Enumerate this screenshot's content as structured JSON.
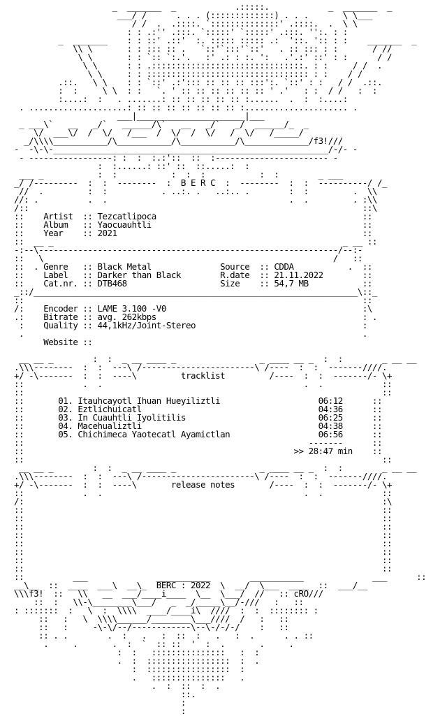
{
  "art": "                      _  _______  _            .:::::.            _  _______  _\n                       ___/ /      . . . (:::::::::::::) . . .       \\ \\___\n                          / /  .  .::::. `::::::::::::::' .::::.  .  \\ \\\n                         : : .:'' .:::. `:::::' `:::::' .:::. '':. : :\n           _  _______    : : ::' .::'  :. ::::: ::::: .:  '::. ':: : :    _______  _\n              \\\\ \\       : : ::: :: .   `::'`:::'`::'   . :: ::: : :       / //\n               \\ \\       : : `:: `:.'.   :' .: : :. ':   .'.:' ::' : :      / /\n                \\ \\      : : .:::::::::::::::::::::::::::::::. : :     / /  .\n                 \\ \\     : : ::::::::::::::::::::::::::::::::: : :    / /\n           .::.   \\ \\    : : `::' .:'::: :: :: :: :::':. `::' : :   / /  .::.\n           :  :     \\ \\  : :   `. ' :: :: :: :: :: :: ' .'   : :  / /   :  :\n           :....:  :   . .......: :: :: :: :: :: :......  .  :  :....:\n   . ....................: :: :: :: :: :: :: :: :..................... .\n                       ___|______________________|___\n   _ ___\\`   __   _/`   ______/\\`   __   _/`   _/  ______/_  _\n      \\/  ___\\/  /  \\/   /___  /  \\/  /  \\/   /  \\/   /_____/\n    _/\\\\\\\\___________/\\___________/\\___________/\\_____________/f3!///\n  -  -\\-\\-________________________________________________________/-/- -\n   - -----------------: :  :  :.:'::  ::  :----------------------- -\n                   :  :......: ::' ::  ::.....:  :\n   ___ _           :  :           :  :  :           :  :        _ ___\n  _/ /---------  :  :  --------  :  B E R C  :  --------  :  :  ----------/ /_\n   //  .         :  :           . ..:. .   ..:.. .        :  :         .  \\\\\n  //: .          .  .                                     .  .         . :\\\\\n  /::                                                                    ::\\\n  ::    Artist  :: Tezcatlipoca                                          ::\n  ::    Album   :: Yaocuauhtli                                           ::\n  ::    Year    :: 2021                                                  ::\n  ::  __ _                                                           _ __ ::\n  -:--\\-------------------------------------------------------------/--:-\n  ::   \\                                                           /   ::\n  ::  . Genre   :: Black Metal              Source  :: CDDA           .  ::\n  ::    Label   :: Darker than Black        R.date  :: 21.11.2022        ::\n  ::    Cat.nr. :: DTB468                   Size    :: 54,7 MB           ::\n  _::/__________________________________________________________________\\::_\n  ::                                                                     ::\n  /:    Encoder :: LAME 3.100 -V0                                        :\\\n  .:    Bitrate :: avg. 262kbps                                          : .\n   :    Quality :: 44,1kHz/Joint-Stereo                                  :\n   .                                                                     .\n        Website ::\n\n   __ __ _        :  :  _ __ ____ _                 _ ____ __ _  :  :        _ __ __\n  .\\\\\\--------  :  :  ---\\ /-----------------------\\ /----  :  :  -------////.\n  +/ -\\-------  :  :  ----\\         tracklist         /----  :  :  -------/- \\+\n  ::            .  .                                         .  .            ::\n  ::                                                                         ::\n  ::       01. Itauhcayotl Ihuan Hueyiliztli                    06:12      ::\n  ::       02. Eztlichuicatl                                    04:36      ::\n  ::       03. In Cuauhtli Iyolitilis                           06:25      ::\n  ::       04. Macehualiztli                                    04:38      ::\n  ::       05. Chichimeca Yaotecatl Ayamictlan                  06:56      ::\n  ::                                                          -------      ::\n  ::                                                       >> 28:47 min    ::\n  ::                                                                         ::\n   __ __ _        :  :  _ __ ____ _                 _ ____ __ _  :  :        _ __ __\n  .\\\\\\--------  :  :  ---\\ /-----------------------\\ /----  :  :  -------////.\n  +/ -\\-------  :  :  ----\\       release notes       /----  :  :  -------/- \\+\n  ::            .  .                                         .  .            ::\n  /:                                                                         :\\\n  ::                                                                         ::\n  ::                                                                         ::\n  ::                                                                         ::\n  ::                                                                         ::\n  ::                                                                         ::\n  ::                                                                         ::\n  ::                                                                         ::\n  ::                                                                         ::\n  ::          ___              ___________        ___________              ___      ::\n  __\\__  ::  ____  ___\\  __\\_  BERC : 2022  \\  __/  \\___  ____  ::  ___/__\n  \\\\\\f3!  ::   \\\\   __  ___/____i____  \\__  \\___/  //   :: cRO///\n      ::  :   \\\\-\\________\\___/   _  _/_____\\__/-///   :   ::\n  : :::::::  :   \\  :  \\\\\\\\  ____/____i\\  ////  :  :  :::::::: :\n       ::   :   \\  \\\\\\\\______/________\\___////  /   :   ::\n       ::   :     -\\-\\/--/------------\\--\\-/-/-/    :   ::\n       :: . .        .  :   .   :  ::  :   .   :  .      . . ::\n        .     .       .  :  `  :: ::  '  :  .       .     .\n                       :  :   :::::::::::::::   :  :\n                       .  :  :::::::::::::::::  :  .\n                          :  :::::::::::::::::  :\n                          .   :::::::::::::::   .\n                              .  :  ::  :  .\n                                    ::.\n                                    :\n                                    :",
  "info": {
    "artist_label": "Artist",
    "artist": "Tezcatlipoca",
    "album_label": "Album",
    "album": "Yaocuauhtli",
    "year_label": "Year",
    "year": "2021",
    "genre_label": "Genre",
    "genre": "Black Metal",
    "label_label": "Label",
    "label": "Darker than Black",
    "catnr_label": "Cat.nr.",
    "catnr": "DTB468",
    "source_label": "Source",
    "source": "CDDA",
    "rdate_label": "R.date",
    "rdate": "21.11.2022",
    "size_label": "Size",
    "size": "54,7 MB",
    "encoder_label": "Encoder",
    "encoder": "LAME 3.100 -V0",
    "bitrate_label": "Bitrate",
    "bitrate": "avg. 262kbps",
    "quality_label": "Quality",
    "quality": "44,1kHz/Joint-Stereo",
    "website_label": "Website"
  },
  "headings": {
    "group_tag": "B E R C",
    "tracklist": "tracklist",
    "release_notes": "release notes",
    "footer_credit": "BERC : 2022",
    "artist_tag_left": "f3!",
    "artist_tag_right": "cRO"
  },
  "tracks": [
    {
      "num": "01.",
      "title": "Itauhcayotl Ihuan Hueyiliztli",
      "time": "06:12"
    },
    {
      "num": "02.",
      "title": "Eztlichuicatl",
      "time": "04:36"
    },
    {
      "num": "03.",
      "title": "In Cuauhtli Iyolitilis",
      "time": "06:25"
    },
    {
      "num": "04.",
      "title": "Macehualiztli",
      "time": "04:38"
    },
    {
      "num": "05.",
      "title": "Chichimeca Yaotecatl Ayamictlan",
      "time": "06:56"
    }
  ],
  "total": {
    "prefix": ">>",
    "time": "28:47 min"
  }
}
